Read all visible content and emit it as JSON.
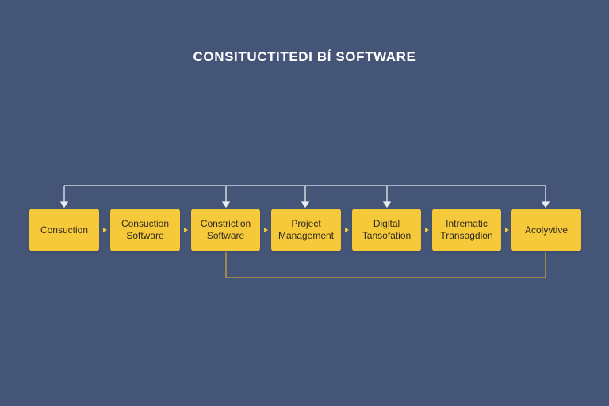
{
  "title": "CONSITUCTITEDI BÍ SOFTWARE",
  "colors": {
    "background": "#445578",
    "box_fill": "#f6c93a",
    "connector_top": "#e8ecf4",
    "connector_bottom": "#c9a43a",
    "title_text": "#ffffff"
  },
  "nodes": [
    {
      "label": "Consuction"
    },
    {
      "label": "Consuction\nSoftware"
    },
    {
      "label": "Constriction\nSoftware"
    },
    {
      "label": "Project\nManagement"
    },
    {
      "label": "Digital\nTansofation"
    },
    {
      "label": "Intrematic\nTransagdion"
    },
    {
      "label": "Acolyvtive"
    }
  ],
  "edges": {
    "chain": [
      [
        0,
        1
      ],
      [
        1,
        2
      ],
      [
        2,
        3
      ],
      [
        3,
        4
      ],
      [
        4,
        5
      ],
      [
        5,
        6
      ]
    ],
    "top_bus_targets": [
      0,
      2,
      3,
      4,
      6
    ],
    "bottom_bus": [
      2,
      6
    ]
  }
}
